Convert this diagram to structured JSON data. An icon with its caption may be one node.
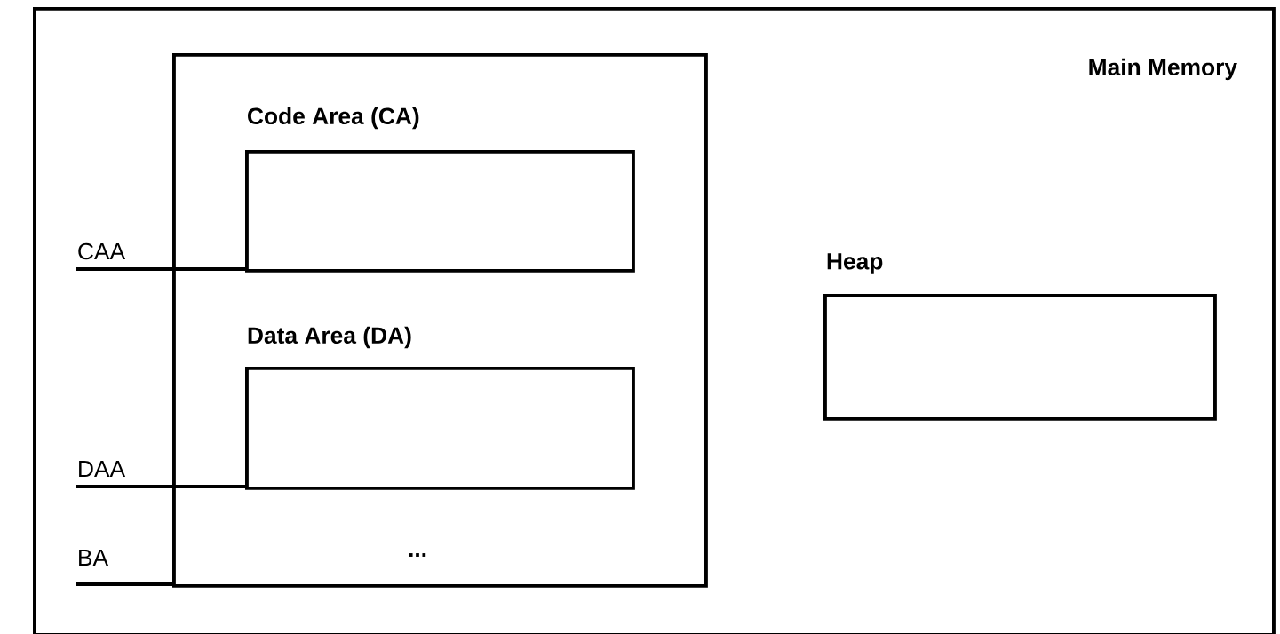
{
  "diagram": {
    "nodes": [
      {
        "text": [
          "Main Memory"
        ]
      },
      {
        "text": [],
        "shape": "box",
        "in": 0
      },
      {
        "text": [
          "Code Area (CA)"
        ],
        "in": 1
      },
      {
        "text": [
          "Data Area (DA)"
        ],
        "in": 1
      },
      {
        "text": [
          "Heap"
        ],
        "in": 0
      }
    ],
    "labels": [
      "CAA",
      "DAA",
      "BA",
      "..."
    ]
  }
}
